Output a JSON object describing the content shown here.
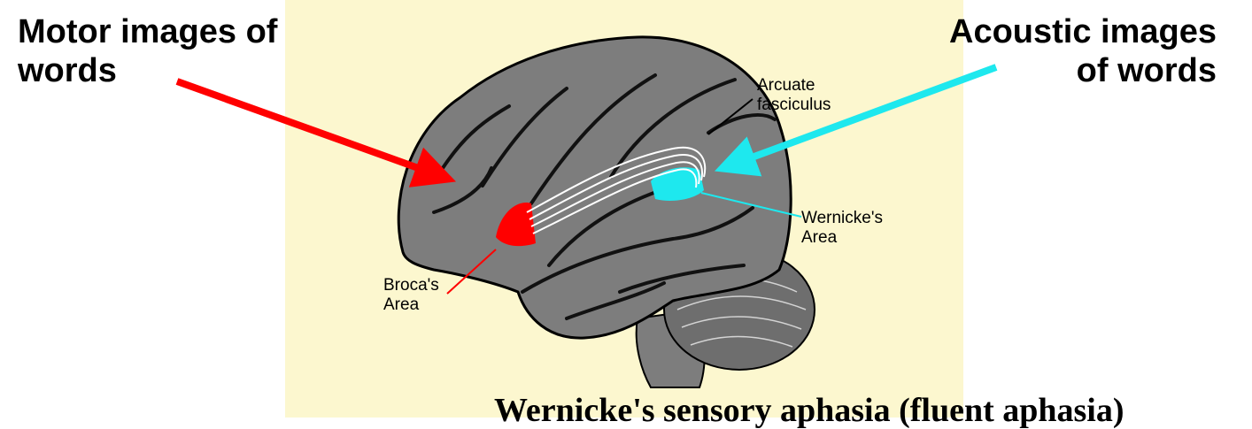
{
  "labels": {
    "motor_line1": "Motor images of",
    "motor_line2": "words",
    "acoustic_line1": "Acoustic images",
    "acoustic_line2": "of words"
  },
  "annotations": {
    "arcuate_line1": "Arcuate",
    "arcuate_line2": "fasciculus",
    "wernicke_line1": "Wernicke's",
    "wernicke_line2": "Area",
    "broca_line1": "Broca's",
    "broca_line2": "Area"
  },
  "caption": "Wernicke's sensory aphasia (fluent aphasia)",
  "colors": {
    "panel": "#fcf7cf",
    "brain": "#7d7d7d",
    "cerebellum": "#6e6e6e",
    "broca": "#ff0000",
    "wernicke": "#1ee8ee",
    "motor_arrow": "#ff0000",
    "acoustic_arrow": "#1ee8ee"
  }
}
